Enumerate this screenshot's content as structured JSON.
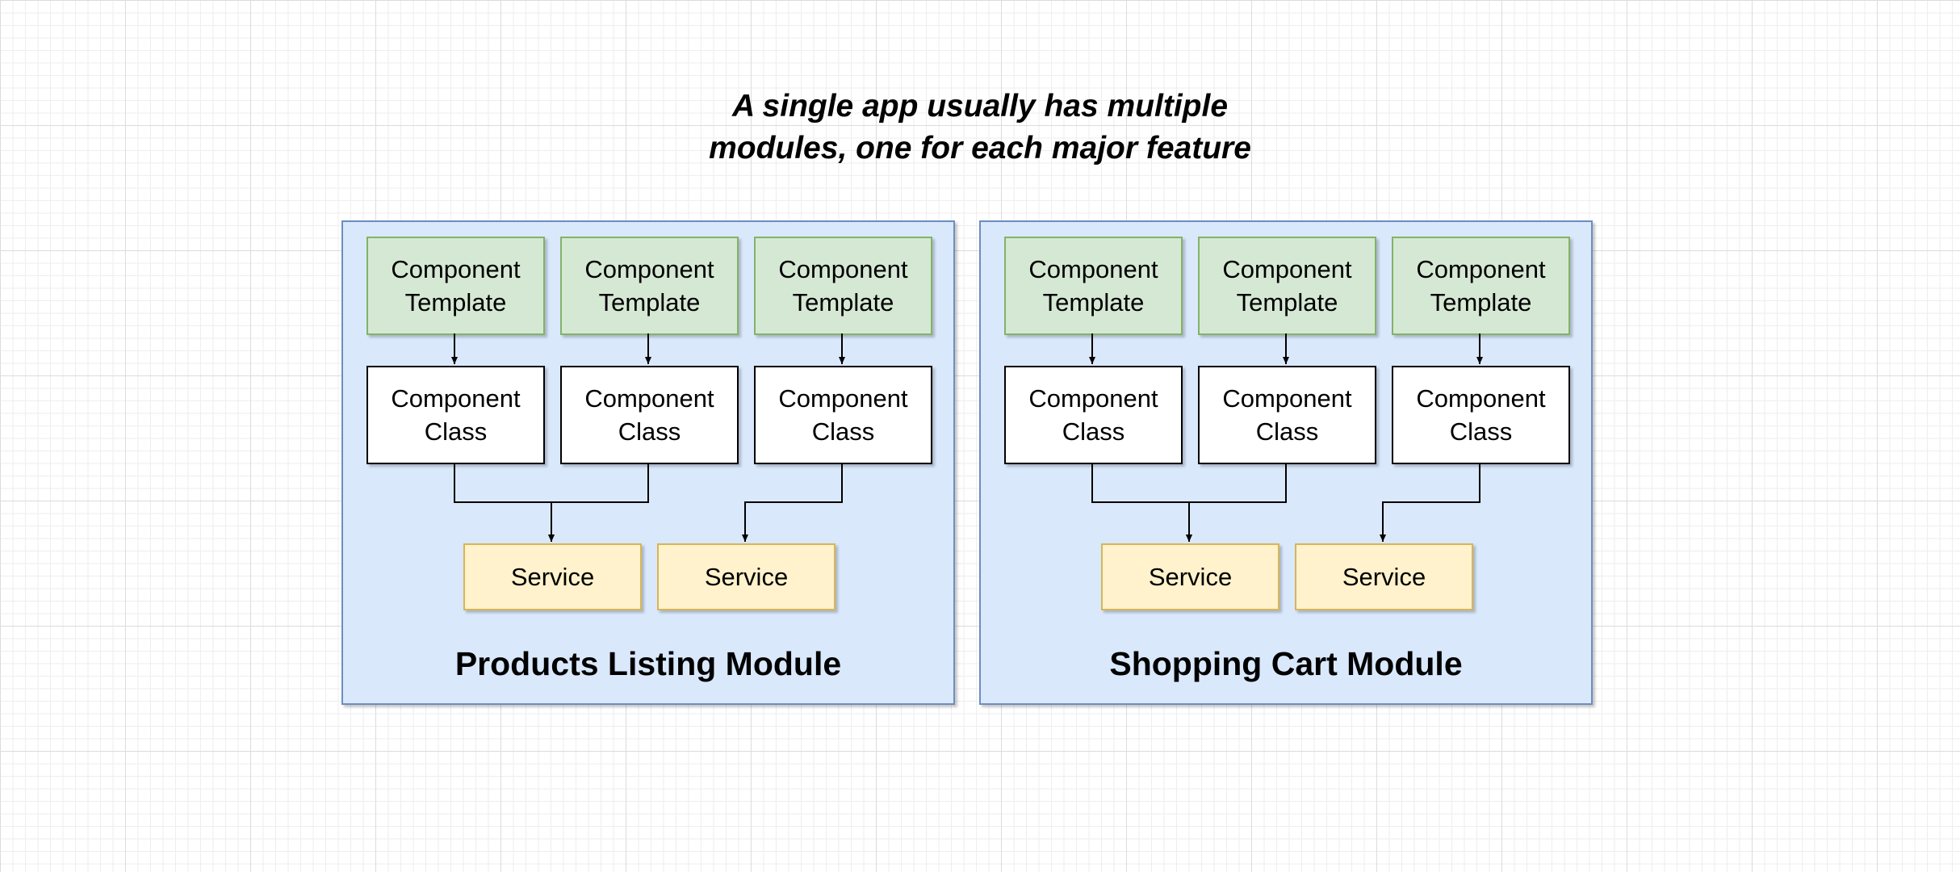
{
  "diagram": {
    "title_lines": [
      "A single app usually has multiple",
      "modules, one for each major feature"
    ],
    "modules": [
      {
        "label": "Products Listing Module",
        "templates": [
          [
            "Component",
            "Template"
          ],
          [
            "Component",
            "Template"
          ],
          [
            "Component",
            "Template"
          ]
        ],
        "classes": [
          [
            "Component",
            "Class"
          ],
          [
            "Component",
            "Class"
          ],
          [
            "Component",
            "Class"
          ]
        ],
        "services": [
          "Service",
          "Service"
        ]
      },
      {
        "label": "Shopping Cart Module",
        "templates": [
          [
            "Component",
            "Template"
          ],
          [
            "Component",
            "Template"
          ],
          [
            "Component",
            "Template"
          ]
        ],
        "classes": [
          [
            "Component",
            "Class"
          ],
          [
            "Component",
            "Class"
          ],
          [
            "Component",
            "Class"
          ]
        ],
        "services": [
          "Service",
          "Service"
        ]
      }
    ],
    "colors": {
      "module_fill": "#dae8fc",
      "module_stroke": "#6c8ebf",
      "template_fill": "#d5e8d4",
      "template_stroke": "#82b366",
      "class_fill": "#ffffff",
      "service_fill": "#fff2cc",
      "service_stroke": "#d6b656"
    }
  }
}
